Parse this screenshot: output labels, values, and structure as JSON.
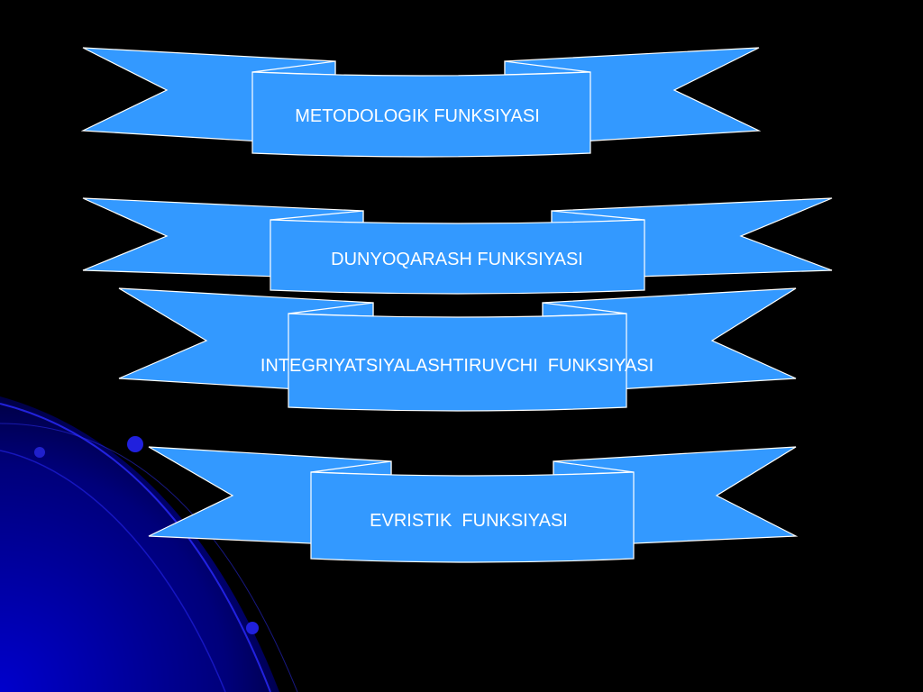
{
  "colors": {
    "background": "#000000",
    "banner_fill": "#3399ff",
    "banner_outline": "#ffffff",
    "text": "#ffffff",
    "swoosh_dark": "#00008b",
    "swoosh_bright": "#1a1aff"
  },
  "banners": [
    {
      "label": "METODOLOGIK FUNKSIYASI"
    },
    {
      "label": "DUNYOQARASH FUNKSIYASI"
    },
    {
      "label": "INTEGRIYATSIYALASHTIRUVCHI  FUNKSIYASI"
    },
    {
      "label": "EVRISTIK  FUNKSIYASI"
    }
  ]
}
